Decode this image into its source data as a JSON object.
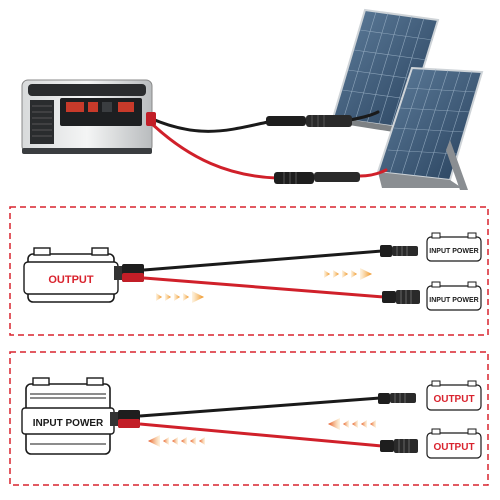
{
  "panel1": {
    "battery_label": "OUTPUT",
    "connector_top_label": "INPUT POWER",
    "connector_bottom_label": "INPUT POWER"
  },
  "panel2": {
    "battery_label": "INPUT POWER",
    "connector_top_label": "OUTPUT",
    "connector_bottom_label": "OUTPUT"
  },
  "colors": {
    "frame_dash": "#d9232e",
    "cable_black": "#1a1a1a",
    "cable_red": "#d0202a",
    "label_red": "#d9232e",
    "arrow_orange": "#f39a1e"
  }
}
